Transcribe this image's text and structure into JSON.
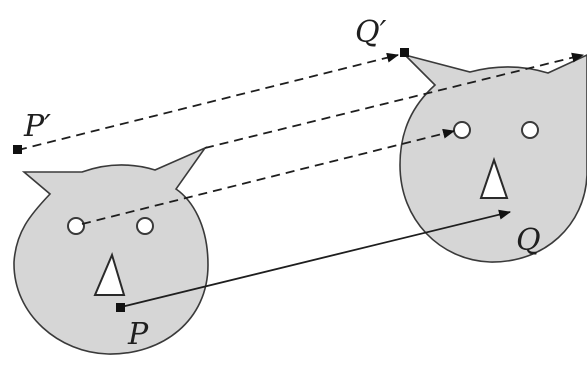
{
  "labels": {
    "p_prime": "P′",
    "q_prime": "Q′",
    "p": "P",
    "q": "Q"
  },
  "colors": {
    "face_fill": "#d6d6d6",
    "outline": "#3a3a3a",
    "line": "#1e1e1e"
  }
}
